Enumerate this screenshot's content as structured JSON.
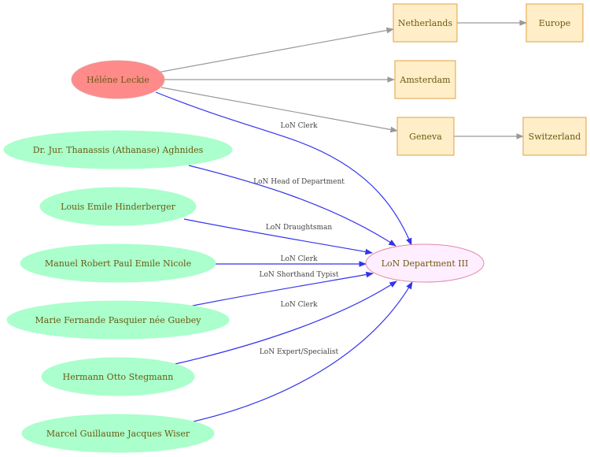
{
  "colors": {
    "focus_fill": "#ff8a8a",
    "focus_stroke": "#e6a0a0",
    "person_fill": "#aaffcc",
    "department_fill": "#ffeeff",
    "department_stroke": "#e08aa5",
    "place_fill": "#ffeec8",
    "place_stroke": "#e0a040",
    "label_text": "#6b5a10",
    "employment_edge": "#3333ee",
    "location_edge": "#999999"
  },
  "nodes": {
    "leckie": {
      "label": "Héléne Leckie",
      "kind": "focus-person"
    },
    "aghnides": {
      "label": "Dr. Jur. Thanassis (Athanase) Aghnides",
      "kind": "person"
    },
    "hinderberger": {
      "label": "Louis Emile Hinderberger",
      "kind": "person"
    },
    "nicole": {
      "label": "Manuel Robert Paul Emile Nicole",
      "kind": "person"
    },
    "pasquier": {
      "label": "Marie Fernande Pasquier née Guebey",
      "kind": "person"
    },
    "stegmann": {
      "label": "Hermann Otto Stegmann",
      "kind": "person"
    },
    "wiser": {
      "label": "Marcel Guillaume Jacques Wiser",
      "kind": "person"
    },
    "department": {
      "label": "LoN Department III",
      "kind": "department"
    },
    "netherlands": {
      "label": "Netherlands",
      "kind": "place"
    },
    "amsterdam": {
      "label": "Amsterdam",
      "kind": "place"
    },
    "geneva": {
      "label": "Geneva",
      "kind": "place"
    },
    "europe": {
      "label": "Europe",
      "kind": "place"
    },
    "switzerland": {
      "label": "Switzerland",
      "kind": "place"
    }
  },
  "edges": {
    "leckie_netherlands": {
      "from": "Héléne Leckie",
      "to": "Netherlands",
      "label": ""
    },
    "leckie_amsterdam": {
      "from": "Héléne Leckie",
      "to": "Amsterdam",
      "label": ""
    },
    "leckie_geneva": {
      "from": "Héléne Leckie",
      "to": "Geneva",
      "label": ""
    },
    "netherlands_europe": {
      "from": "Netherlands",
      "to": "Europe",
      "label": ""
    },
    "geneva_switzerland": {
      "from": "Geneva",
      "to": "Switzerland",
      "label": ""
    },
    "leckie_department": {
      "from": "Héléne Leckie",
      "to": "LoN Department III",
      "label": "LoN Clerk"
    },
    "aghnides_department": {
      "from": "Dr. Jur. Thanassis (Athanase) Aghnides",
      "to": "LoN Department III",
      "label": "LoN Head of Department"
    },
    "hinderberger_department": {
      "from": "Louis Emile Hinderberger",
      "to": "LoN Department III",
      "label": "LoN Draughtsman"
    },
    "nicole_department": {
      "from": "Manuel Robert Paul Emile Nicole",
      "to": "LoN Department III",
      "label": "LoN Clerk"
    },
    "pasquier_department": {
      "from": "Marie Fernande Pasquier née Guebey",
      "to": "LoN Department III",
      "label": "LoN Shorthand Typist"
    },
    "stegmann_department": {
      "from": "Hermann Otto Stegmann",
      "to": "LoN Department III",
      "label": "LoN Clerk"
    },
    "wiser_department": {
      "from": "Marcel Guillaume Jacques Wiser",
      "to": "LoN Department III",
      "label": "LoN Expert/Specialist"
    }
  }
}
